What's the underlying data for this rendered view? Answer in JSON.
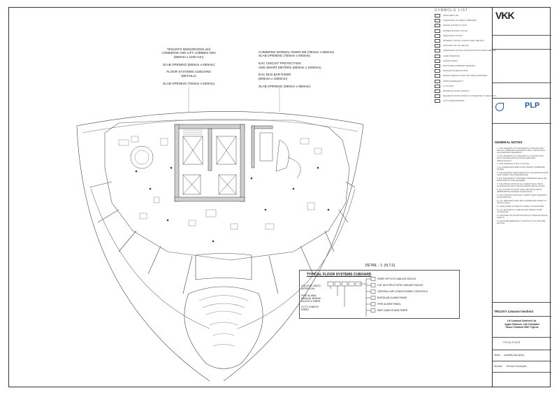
{
  "top_notes": {
    "left": [
      "TENANTS MODs/ROODs and",
      "COMMONS AND LIFT LOBBIES ODs",
      "(500mm x 1200 mm)",
      "",
      "SLAB OPENING (500mm x 600mm)",
      "",
      "FLOOR SYSTEMS CUBOARD",
      "(DETAIL1)",
      "",
      "SLAB OPENING (700mm x 600mm)"
    ],
    "right": [
      "COMMONS NORMAL RISER DB (780mm x 600mm)",
      "SLAB OPENING (750mm x 600mm)",
      "",
      "EAC CIRCUIT PROTECTION",
      "AND SMART METERS (600mm x 1000mm)",
      "",
      "EAC BUS BAR RISER",
      "(600mm x 1000mm)",
      "",
      "SLAB OPENING (380mm x 850mm)"
    ]
  },
  "symbols": {
    "title": "SYMBOLS LIST",
    "items": [
      "APARTMENT DB",
      "TELEPHONE SYSTEMS CUPBOARD",
      "SINGLE SOCKET OUTLET",
      "DOUBLE SOCKET OUTLET",
      "TELEVISION OUTLET",
      "INTERNET OUTLET (STRUCTURE CABLING)",
      "FOR DATA CAT 6A CABLING",
      "TELEPHONE OUTLET (FOR DATA STRUCTURE CABLING)",
      "CARD INTERCOM",
      "SLIDING DOOR",
      "PIR DOUBLE INTERNET SENSORS",
      "BURGLAR ALARM KEYPAD",
      "MANUAL BREAK GLASS UNIT FIRE ALARM BELL",
      "FRIDGE EMERGENCY",
      "TV OUTLET",
      "MAGNETIC DOOR CONTACT",
      "MAGNETIC DOOR CONTACT CONNECTED TO SECURITY",
      "CCTV ALARM SENSOR"
    ]
  },
  "title_block": {
    "logo": "VKK",
    "plp": "PLP",
    "general_notes_title": "GENERAL NOTES",
    "notes": [
      "1. THIS DRAWING IS TO BE READ IN CONJUNCTION WITH ALL RELEVANT ARCHITECTURAL, STRUCTURAL AND SERVICES DRAWINGS.",
      "2. THIS DRAWING IS TO BE READ IN CONJUNCTION WITH THE RELEVANT BUILDING SERVICES SPECIFICATION.",
      "3. THIS DRAWING IS NOT TO SCALE.",
      "4. ALL DIMENSIONS ARE IN MM UNLESS OTHERWISE STATED.",
      "5. THE DRAWING WHEN READ WITH THE SPECIFICATION AND OTHERS TAKE PRECEDENCE.",
      "6. ANY DISCREPANCY BETWEEN DRAWINGS SHALL BE REPORTED TO THE ENGINEER.",
      "7. THE INSTALLATION OF ALL CABLES SHALL BE IN ACCORDANCE WITH THE IEE WIRING REGULATIONS.",
      "8. ALL SOCKET OUTLETS SHALL BE INSTALLED AT 450MM ABOVE FINISHED FLOOR LEVEL.",
      "9. THE CONTRACTOR SHALL SUBMIT SHOP DRAWINGS FOR APPROVAL.",
      "10. ALL SERVICES SHALL BE COORDINATED PRIOR TO INSTALLATION.",
      "11. FIRE ALARM SYSTEM TO COMPLY WITH BS 5839.",
      "12. ALL ELECTRICAL CABLING AND WIRING TO BE CONCEALED.",
      "13. PROVIDE 13A ROUND SOCKETS IN THE ELECTRICAL SHAFTS.",
      "14. PROVIDE EMERGENCY LIGHTING TO ALL ESCAPE ROUTES."
    ],
    "project": "TRILOGY Limassol Seafront",
    "client_lines": [
      "LH Limassol Seafront Ltd.",
      "Agias Fylaxeos, 118 Christabel",
      "House Limassol 3087 Cyprus"
    ],
    "drawing_title": "TYPICAL FLOOR",
    "status_label": "Status",
    "status_value": "suitability description",
    "revision_label": "Revision",
    "revision_value": "Revision Description"
  },
  "detail": {
    "title": "DETAIL - 1: (N.T.S)",
    "subtitle": "TYPICAL FLOOR SYSTEMS CUBOARD",
    "left_labels": [
      "COLOUR VIDEO INTERCOM",
      "FIRE ALARM MANUAL BREAK GLASS & SIREN",
      "CCTV CABLES RISER"
    ],
    "right_labels": [
      "FIBER OPTICS CABLING RACKS",
      "CAT 6A STRUCTURE CABLING RACKS",
      "CENTRAL AIR CONDITIONING CONTROLS",
      "BURGLAR ALARM PANEL",
      "FIRE ALARM PANEL",
      "MAS CABLES AND RISER"
    ]
  }
}
